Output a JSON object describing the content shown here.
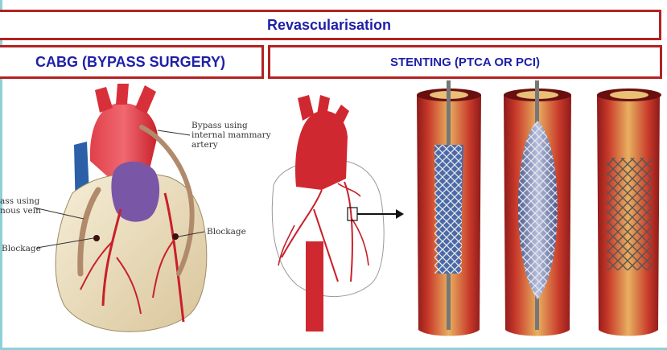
{
  "header": {
    "title": "Revascularisation"
  },
  "sections": {
    "cabg": {
      "title": "CABG (BYPASS SURGERY)"
    },
    "stenting": {
      "title": "STENTING (PTCA OR PCI)"
    }
  },
  "labels": {
    "bypass_mammary_line1": "Bypass using",
    "bypass_mammary_line2": "internal mammary",
    "bypass_mammary_line3": "artery",
    "bypass_vein_line1": "ass using",
    "bypass_vein_line2": "nous vein",
    "blockage_left": "Blockage",
    "blockage_right": "Blockage"
  },
  "colors": {
    "border_red": "#b22222",
    "title_blue": "#1f1fa8",
    "artery_red": "#c8202a",
    "heart_tan": "#efe3c4",
    "vein_tan": "#b08a6a",
    "vein_blue": "#2b5fa8",
    "atrium_purple": "#7a56a6"
  }
}
